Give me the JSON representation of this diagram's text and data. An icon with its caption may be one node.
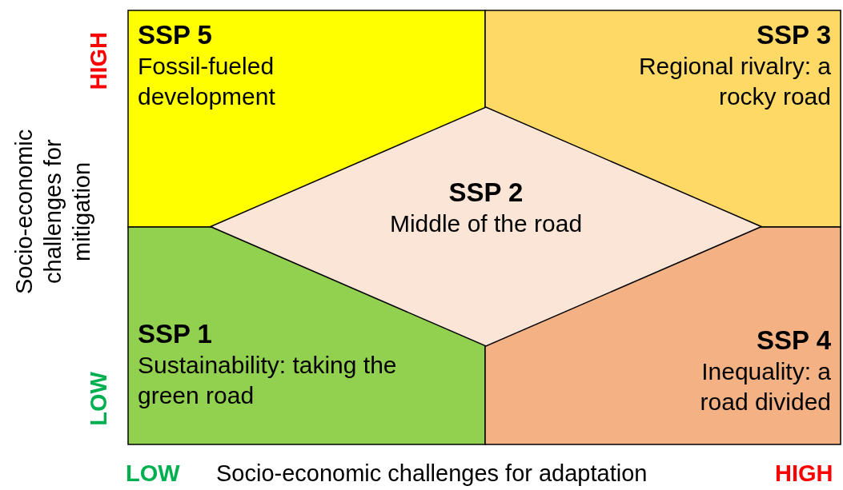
{
  "diagram": {
    "nodes": [
      {
        "text": [
          "SSP 5",
          "Fossil-fueled development"
        ]
      },
      {
        "text": [
          "SSP 3",
          "Regional rivalry: a rocky road"
        ]
      },
      {
        "text": [
          "SSP 2",
          "Middle of the road"
        ]
      },
      {
        "text": [
          "SSP 1",
          "Sustainability: taking the green road"
        ]
      },
      {
        "text": [
          "SSP 4",
          "Inequality: a road divided"
        ]
      }
    ],
    "edges": [],
    "labels": [
      "HIGH",
      "Socio-economic challenges for mitigation",
      "LOW",
      "LOW",
      "Socio-economic challenges for adaptation",
      "HIGH"
    ]
  }
}
